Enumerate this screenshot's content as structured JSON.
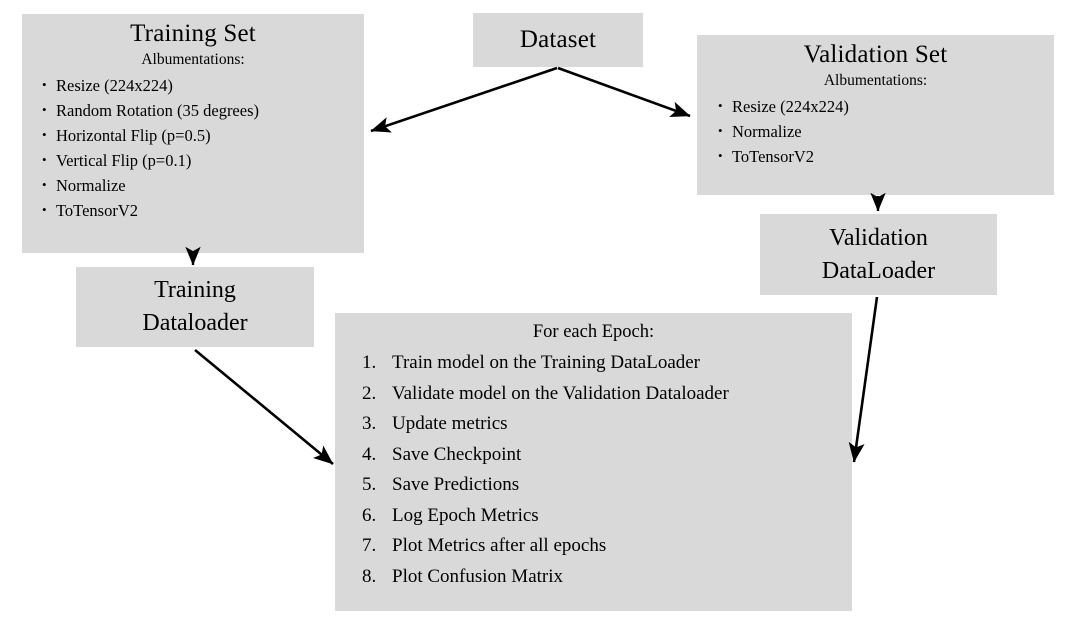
{
  "diagram": {
    "title": "Training and Validation Pipeline Flowchart",
    "box_fill": "#d9d9d9",
    "arrow_color": "#000000",
    "background": "#ffffff"
  },
  "dataset": {
    "label": "Dataset"
  },
  "training_set": {
    "title": "Training Set",
    "subtitle": "Albumentations:",
    "items": [
      "Resize (224x224)",
      "Random Rotation (35 degrees)",
      "Horizontal Flip (p=0.5)",
      "Vertical Flip (p=0.1)",
      "Normalize",
      "ToTensorV2"
    ]
  },
  "validation_set": {
    "title": "Validation Set",
    "subtitle": "Albumentations:",
    "items": [
      "Resize (224x224)",
      "Normalize",
      "ToTensorV2"
    ]
  },
  "training_dataloader": {
    "line1": "Training",
    "line2": "Dataloader"
  },
  "validation_dataloader": {
    "line1": "Validation",
    "line2": "DataLoader"
  },
  "epoch": {
    "header": "For each Epoch:",
    "steps": [
      "Train model on the Training DataLoader",
      "Validate model on the Validation Dataloader",
      "Update metrics",
      "Save Checkpoint",
      "Save Predictions",
      "Log Epoch Metrics",
      "Plot Metrics after all epochs",
      "Plot Confusion Matrix"
    ]
  },
  "arrows": [
    {
      "name": "dataset-to-training-set",
      "from": "Dataset",
      "to": "Training Set"
    },
    {
      "name": "dataset-to-validation-set",
      "from": "Dataset",
      "to": "Validation Set"
    },
    {
      "name": "training-set-to-training-dataloader",
      "from": "Training Set",
      "to": "Training Dataloader"
    },
    {
      "name": "validation-set-to-validation-dataloader",
      "from": "Validation Set",
      "to": "Validation DataLoader"
    },
    {
      "name": "training-dataloader-to-epoch",
      "from": "Training Dataloader",
      "to": "For each Epoch"
    },
    {
      "name": "validation-dataloader-to-epoch",
      "from": "Validation DataLoader",
      "to": "For each Epoch"
    }
  ]
}
